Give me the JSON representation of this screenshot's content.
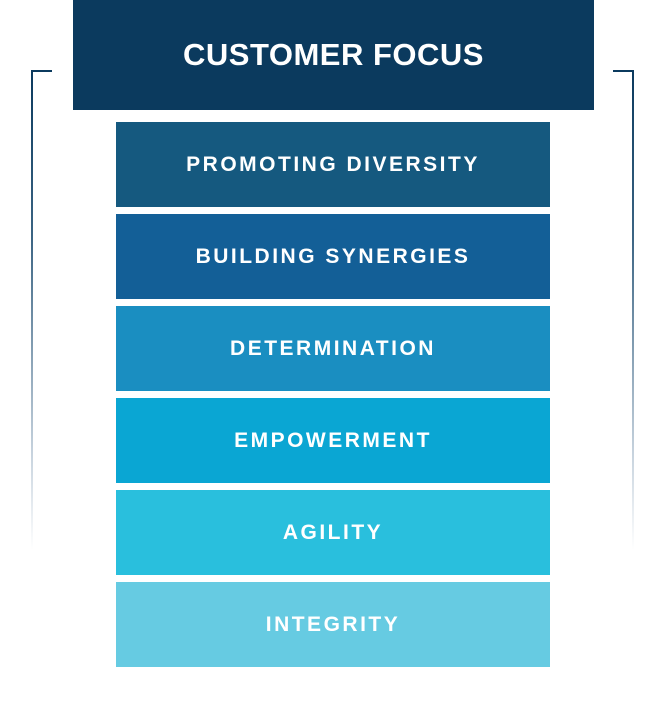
{
  "header": {
    "title": "CUSTOMER FOCUS",
    "color": "#0b3a5e"
  },
  "bracket_color": "#0b3a5e",
  "rows": [
    {
      "label": "PROMOTING DIVERSITY",
      "color": "#15597f"
    },
    {
      "label": "BUILDING SYNERGIES",
      "color": "#135f97"
    },
    {
      "label": "DETERMINATION",
      "color": "#1a8ec1"
    },
    {
      "label": "EMPOWERMENT",
      "color": "#0aa6d3"
    },
    {
      "label": "AGILITY",
      "color": "#29bfdd"
    },
    {
      "label": "INTEGRITY",
      "color": "#66cbe2"
    }
  ]
}
